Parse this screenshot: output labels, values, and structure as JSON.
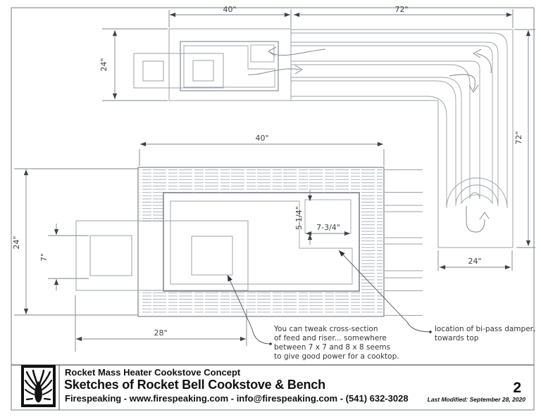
{
  "palette": {
    "drawing_line": "#9ba0a7",
    "drawing_dark": "#70757d",
    "dimension_color": "#3f4247",
    "hatch_color": "#a9aeb5",
    "title_text": "#101010"
  },
  "top_view": {
    "stove_width": "40\"",
    "bench_length_top": "72\"",
    "stove_depth": "24\"",
    "bench_length_right": "72\"",
    "bench_end_width": "24\""
  },
  "bottom_view": {
    "stove_width": "40\"",
    "stove_depth": "24\"",
    "feed_opening": "7\"",
    "bypass_depth": "5-1/4\"",
    "bypass_width": "7-3/4\"",
    "feed_assembly_length": "28\""
  },
  "notes": {
    "feed_riser": {
      "line1": "You can tweak cross-section",
      "line2": "of feed and riser... somewhere",
      "line3": "between 7 x 7 and 8 x 8 seems",
      "line4": "to give good power for a cooktop."
    },
    "bypass": {
      "line1": "location of bi-pass damper,",
      "line2": "towards top"
    }
  },
  "title_block": {
    "kicker": "Rocket Mass Heater Cookstove Concept",
    "title": "Sketches of Rocket Bell Cookstove & Bench",
    "contact": "Firespeaking - www.firespeaking.com - info@firespeaking.com - (541) 632-3028",
    "page_number": "2",
    "last_modified": "Last Modified: September 28, 2020"
  }
}
